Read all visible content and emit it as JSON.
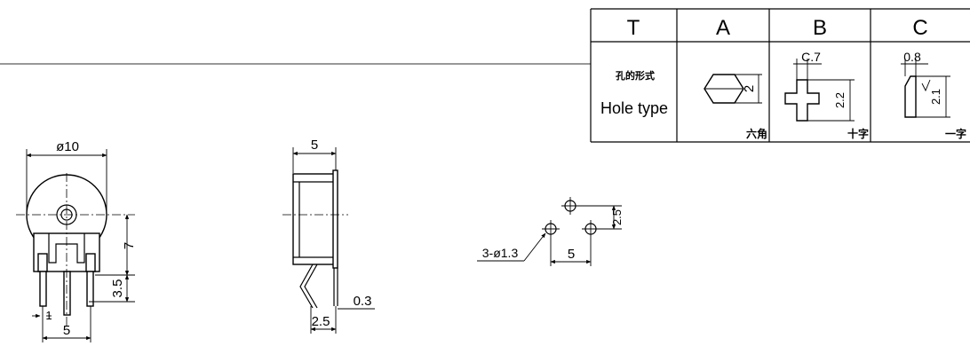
{
  "table": {
    "headers": [
      "T",
      "A",
      "B",
      "C"
    ],
    "row_label_cn": "孔的形式",
    "row_label_en": "Hole type",
    "types": [
      {
        "dims": [
          "2"
        ],
        "name": "六角"
      },
      {
        "dims": [
          "C.7",
          "2.2"
        ],
        "name": "十字"
      },
      {
        "dims": [
          "0.8",
          "2.1"
        ],
        "name": "一字"
      }
    ]
  },
  "front_view": {
    "diameter": "ø10",
    "height": "7",
    "leg_offset": "3.5",
    "pin_width": "1",
    "pitch": "5"
  },
  "side_view": {
    "thickness": "5",
    "lead_thickness": "0.3",
    "lead_offset": "2.5"
  },
  "hole_pattern": {
    "holes": "3-ø1.3",
    "spacing_v": "2.5",
    "spacing_h": "5"
  },
  "colors": {
    "line": "#000000",
    "background": "#ffffff",
    "rule": "#777777"
  }
}
